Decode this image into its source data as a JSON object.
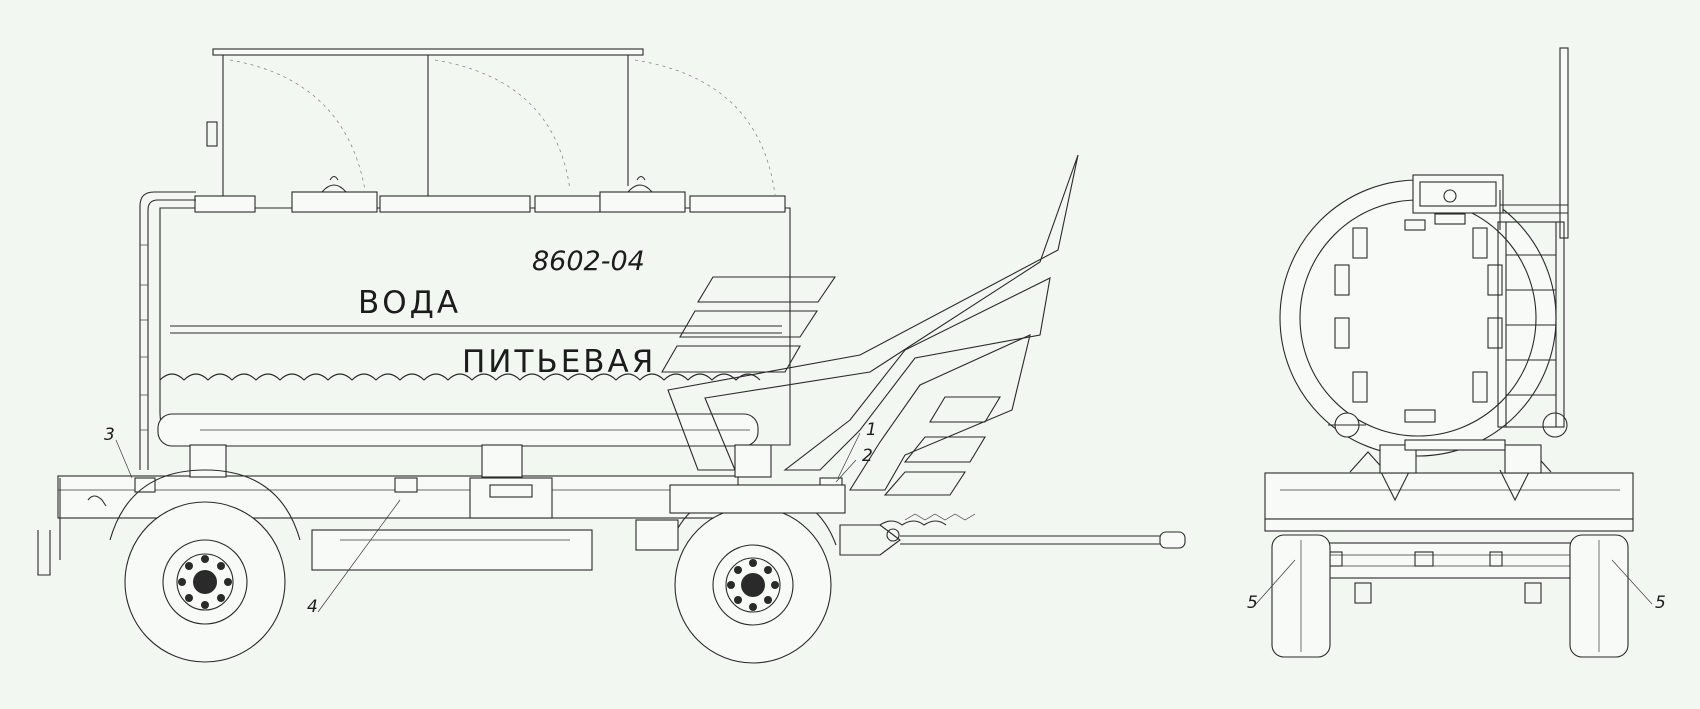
{
  "tank_labels": {
    "model": "8602-04",
    "line1": "ВОДА",
    "line2": "ПИТЬЕВАЯ"
  },
  "callouts": {
    "c1": "1",
    "c2": "2",
    "c3": "3",
    "c4": "4",
    "c5_left": "5",
    "c5_right": "5"
  },
  "colors": {
    "background": "#f3f7f2",
    "line": "#2a2a2a"
  }
}
